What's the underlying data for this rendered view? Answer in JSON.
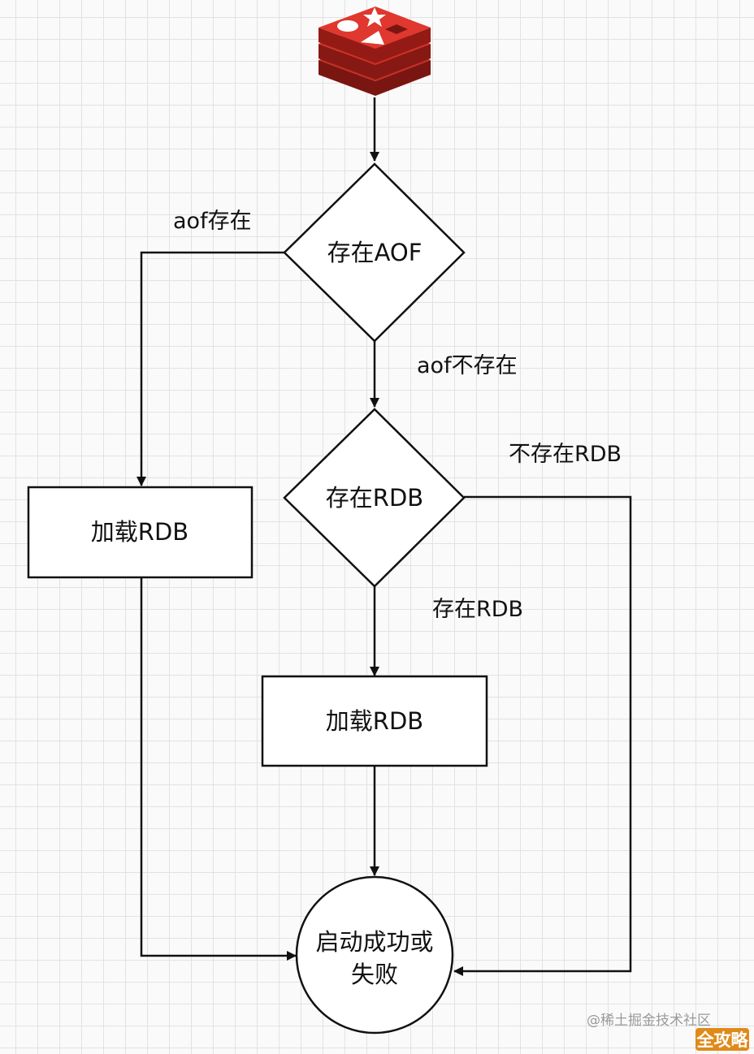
{
  "logo": {
    "name": "redis-logo-icon",
    "color": "#d42b24"
  },
  "nodes": {
    "decision_aof": "存在AOF",
    "decision_rdb": "存在RDB",
    "load_rdb_left": "加载RDB",
    "load_rdb_center": "加载RDB",
    "end_line1": "启动成功或",
    "end_line2": "失败"
  },
  "edges": {
    "aof_exists": "aof存在",
    "aof_not_exists": "aof不存在",
    "rdb_not_exists": "不存在RDB",
    "rdb_exists": "存在RDB"
  },
  "watermark": "@稀土掘金技术社区",
  "badge": {
    "text": "全攻略",
    "color": "#e08a1a"
  },
  "colors": {
    "line": "#111111",
    "grid": "#e2e2e2",
    "background": "#fafafa"
  }
}
